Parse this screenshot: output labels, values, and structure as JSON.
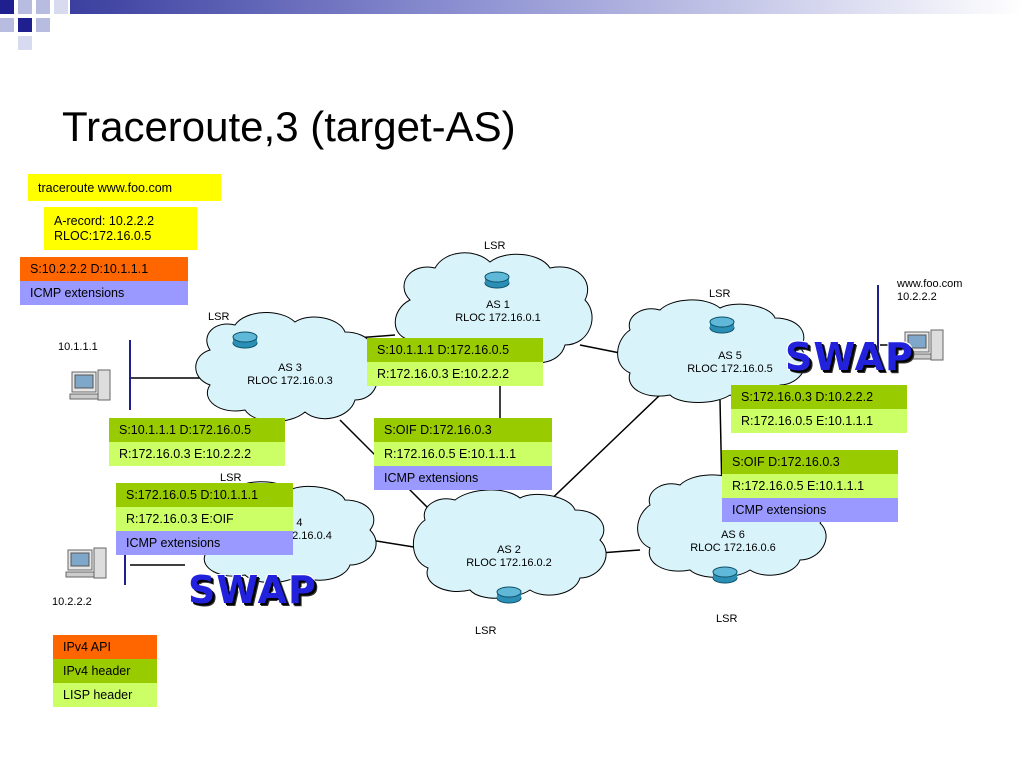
{
  "title": "Traceroute,3 (target-AS)",
  "clouds": [
    {
      "name": "AS 1",
      "rloc": "RLOC 172.16.0.1",
      "lsr": "LSR"
    },
    {
      "name": "AS 2",
      "rloc": "RLOC 172.16.0.2",
      "lsr": "LSR"
    },
    {
      "name": "AS 3",
      "rloc": "RLOC 172.16.0.3",
      "lsr": "LSR"
    },
    {
      "name": "S 4",
      "rloc": "72.16.0.4",
      "lsr": "LSR"
    },
    {
      "name": "AS 5",
      "rloc": "RLOC 172.16.0.5",
      "lsr": "LSR"
    },
    {
      "name": "AS 6",
      "rloc": "RLOC 172.16.0.6",
      "lsr": "LSR"
    }
  ],
  "hosts": {
    "left_top": "10.1.1.1",
    "left_bottom": "10.2.2.2",
    "right_name": "www.foo.com",
    "right_ip": "10.2.2.2"
  },
  "command": "traceroute www.foo.com",
  "dns": {
    "line1": "A-record: 10.2.2.2",
    "line2": "RLOC:172.16.0.5"
  },
  "packet_src": {
    "header": "S:10.2.2.2 D:10.1.1.1",
    "ext": "ICMP extensions"
  },
  "packet_as3": {
    "lisp1": "S:10.1.1.1 D:172.16.0.5",
    "lisp2": "R:172.16.0.3 E:10.2.2.2"
  },
  "packet_as1": {
    "lisp1": "S:10.1.1.1 D:172.16.0.5",
    "lisp2": "R:172.16.0.3 E:10.2.2.2"
  },
  "packet_mid": {
    "lisp1": "S:OIF D:172.16.0.3",
    "lisp2": "R:172.16.0.5 E:10.1.1.1",
    "ext": "ICMP extensions"
  },
  "packet_as5": {
    "lisp1": "S:172.16.0.3 D:10.2.2.2",
    "lisp2": "R:172.16.0.5 E:10.1.1.1"
  },
  "packet_as6": {
    "lisp1": "S:OIF D:172.16.0.3",
    "lisp2": "R:172.16.0.5 E:10.1.1.1",
    "ext": "ICMP extensions"
  },
  "packet_left": {
    "header": "S:172.16.0.5 D:10.1.1.1",
    "lisp": "R:172.16.0.3 E:OIF",
    "ext": "ICMP extensions"
  },
  "swap": "SWAP",
  "legend": {
    "api": "IPv4 API",
    "header": "IPv4 header",
    "lisp": "LISP header"
  },
  "colors": {
    "ipv4_api": "#ff6600",
    "ipv4_header": "#99cc00",
    "lisp_header": "#ccff66",
    "icmp_ext": "#9999ff",
    "command": "#ffff00",
    "swap": "#2222dd"
  }
}
